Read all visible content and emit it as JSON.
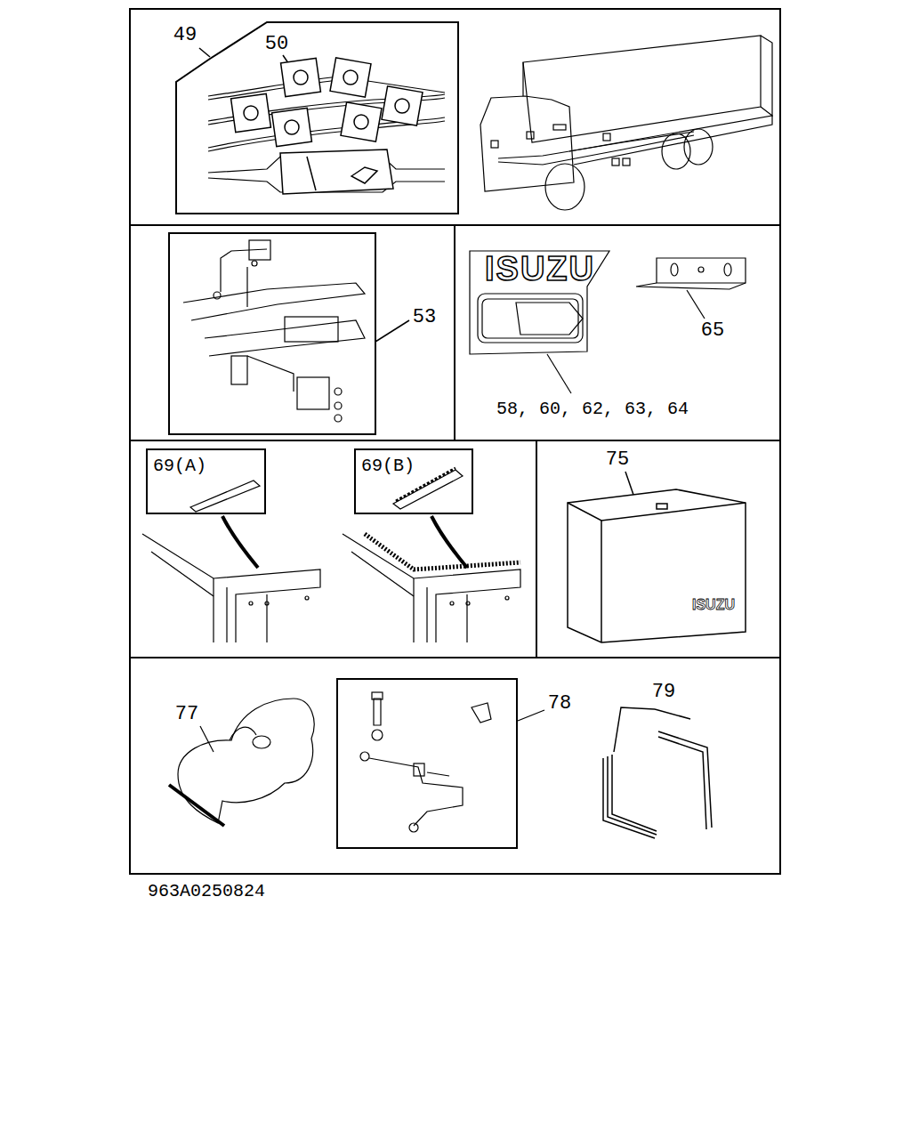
{
  "diagram": {
    "labels": [
      "49",
      "50",
      "53",
      "ISUZU",
      "58, 60, 62, 63, 64",
      "65",
      "69(A)",
      "69(B)",
      "75",
      "ISUZU",
      "77",
      "78",
      "79",
      "963A0250824"
    ]
  }
}
